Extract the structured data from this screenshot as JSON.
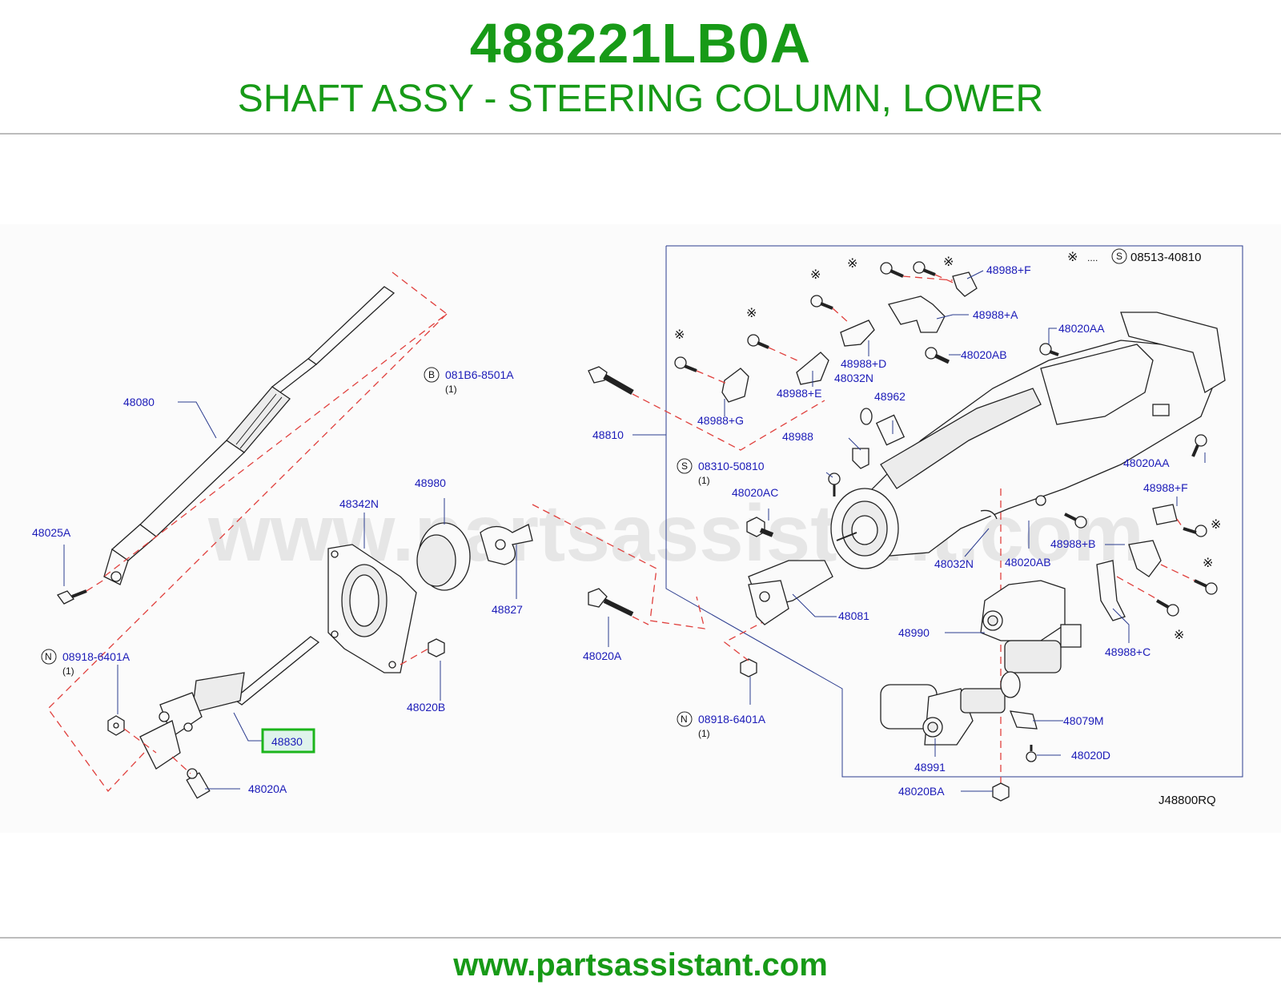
{
  "header": {
    "part_number": "488221LB0A",
    "part_name": "SHAFT ASSY - STEERING COLUMN, LOWER"
  },
  "footer": {
    "url": "www.partsassistant.com"
  },
  "diagram": {
    "watermark": "www.partsassistant.com",
    "diagram_code": "J48800RQ",
    "legend": {
      "dots": "....",
      "letter": "S",
      "part": "08513-40810"
    },
    "circled": {
      "b_letter": "B",
      "b_part": "081B6-8501A",
      "b_qty": "(1)",
      "s_letter": "S",
      "s_part": "08310-50810",
      "s_qty": "(1)",
      "n1_letter": "N",
      "n1_part": "08918-6401A",
      "n1_qty": "(1)",
      "n2_letter": "N",
      "n2_part": "08918-6401A",
      "n2_qty": "(1)"
    },
    "labels": {
      "p48080": "48080",
      "p48025A": "48025A",
      "p48830": "48830",
      "p48020A_bottom": "48020A",
      "p48342N": "48342N",
      "p48980": "48980",
      "p48827": "48827",
      "p48020B": "48020B",
      "p48810": "48810",
      "p48020A_mid": "48020A",
      "p48081": "48081",
      "p48988G": "48988+G",
      "p48988E": "48988+E",
      "p48988D": "48988+D",
      "p48032N_top": "48032N",
      "p48962": "48962",
      "p48988": "48988",
      "p48020AC": "48020AC",
      "p48988F_top": "48988+F",
      "p48988A": "48988+A",
      "p48020AA_top": "48020AA",
      "p48020AB_top": "48020AB",
      "p48020AA_right": "48020AA",
      "p48988F_right": "48988+F",
      "p48988B": "48988+B",
      "p48020AB_mid": "48020AB",
      "p48032N_mid": "48032N",
      "p48990": "48990",
      "p48988C": "48988+C",
      "p48079M": "48079M",
      "p48020D": "48020D",
      "p48991": "48991",
      "p48020BA": "48020BA"
    }
  }
}
